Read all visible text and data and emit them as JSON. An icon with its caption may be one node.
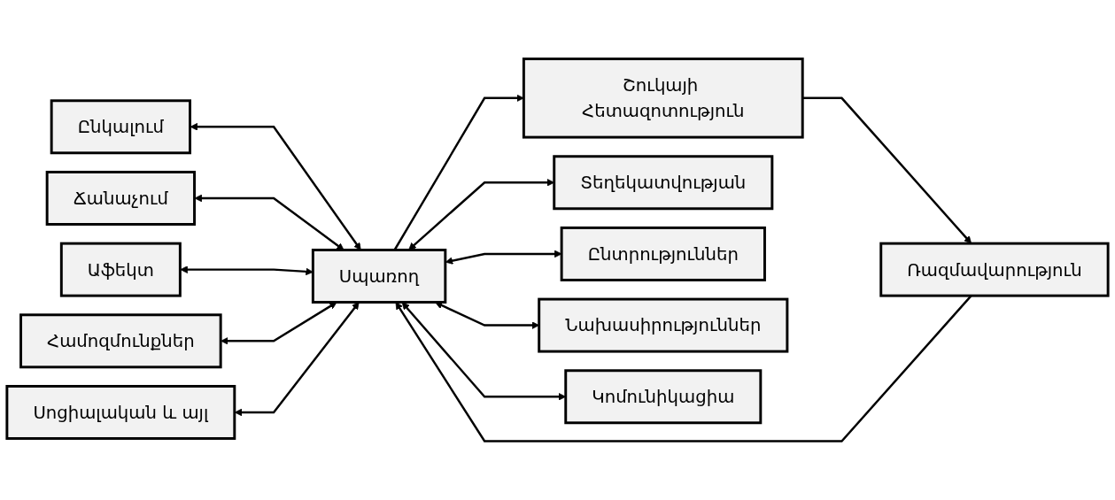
{
  "diagram": {
    "nodes": [
      {
        "text": [
          "Ընկալում"
        ]
      },
      {
        "text": [
          "Ճանաչում"
        ]
      },
      {
        "text": [
          "Աֆեկտ"
        ]
      },
      {
        "text": [
          "Համոզմունքներ"
        ]
      },
      {
        "text": [
          "Սոցիալական և այլ"
        ]
      },
      {
        "text": [
          "Շուկայի Հետազոտություն"
        ]
      },
      {
        "text": [
          "Ռազմավարություն"
        ]
      },
      {
        "text": [
          "Սպառող"
        ]
      },
      {
        "text": [
          "Տեղեկատվության"
        ]
      },
      {
        "text": [
          "Ընտրություններ"
        ]
      },
      {
        "text": [
          "Նախասիրություններ"
        ]
      },
      {
        "text": [
          "Կոմունիկացիա"
        ]
      }
    ],
    "edges": [
      {
        "from": 0,
        "to": 7,
        "arrow": "both"
      },
      {
        "from": 1,
        "to": 7,
        "arrow": "both"
      },
      {
        "from": 2,
        "to": 7,
        "arrow": "both"
      },
      {
        "from": 3,
        "to": 7,
        "arrow": "both"
      },
      {
        "from": 4,
        "to": 7,
        "arrow": "both"
      },
      {
        "from": 5,
        "to": 6,
        "arrow": "to"
      },
      {
        "from": 6,
        "to": 7,
        "arrow": "to"
      },
      {
        "from": 7,
        "to": 8,
        "arrow": "both"
      },
      {
        "from": 7,
        "to": 9,
        "arrow": "both"
      },
      {
        "from": 7,
        "to": 10,
        "arrow": "both"
      },
      {
        "from": 7,
        "to": 11,
        "arrow": "both"
      },
      {
        "from": 7,
        "to": 5,
        "arrow": "to"
      }
    ]
  }
}
